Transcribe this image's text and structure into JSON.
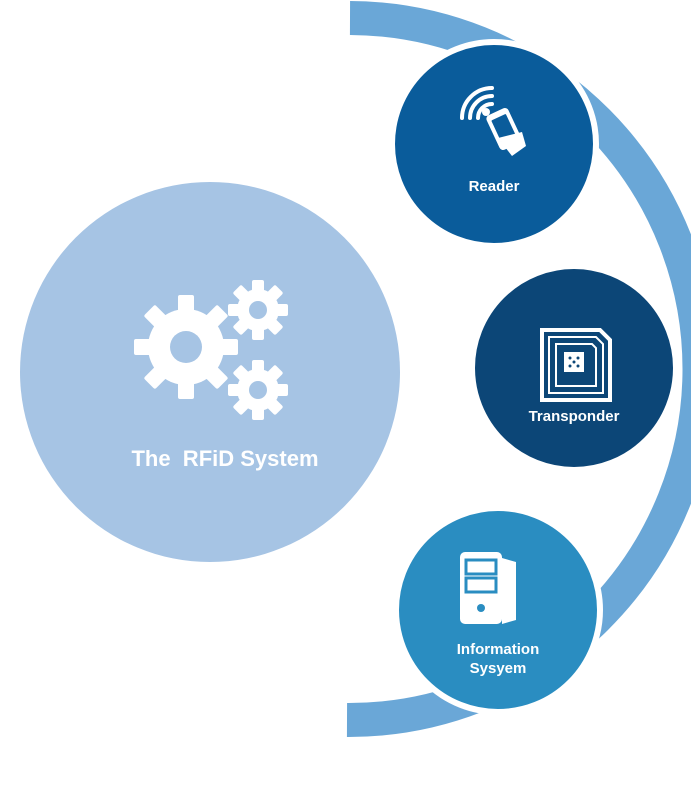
{
  "central": {
    "label": "The  RFiD System",
    "icon": "gears-icon",
    "color": "#a6c4e4"
  },
  "nodes": [
    {
      "label": "Reader",
      "icon": "handheld-reader-icon",
      "color": "#0a5c9b"
    },
    {
      "label": "Transponder",
      "icon": "rfid-chip-tag-icon",
      "color": "#0c4677"
    },
    {
      "label_line1": "Information",
      "label_line2": "Sysyem",
      "icon": "server-tower-icon",
      "color": "#2a8dc1"
    }
  ],
  "arc_color": "#6aa7d7"
}
